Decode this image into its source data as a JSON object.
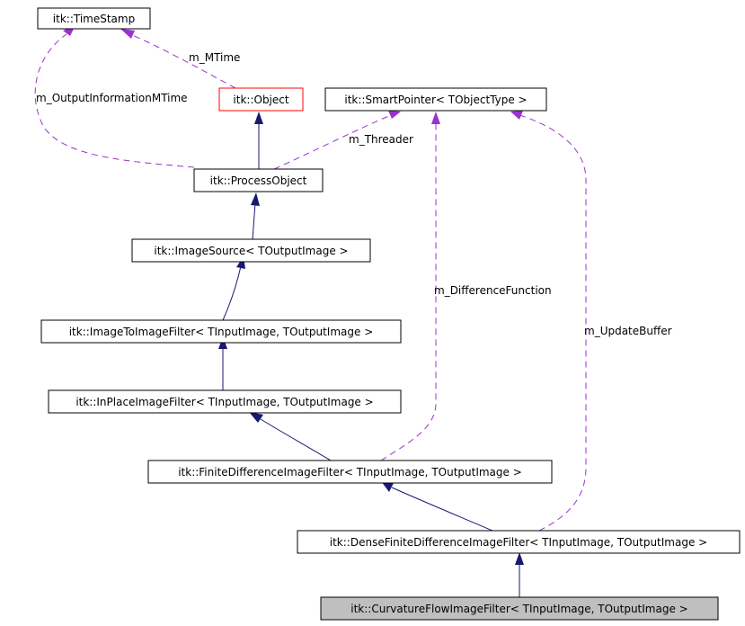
{
  "colors": {
    "inherit_edge": "#191970",
    "member_edge": "#9a32cd",
    "focus_node_fill": "#bfbfbf",
    "incomplete_node_stroke": "#ff0000",
    "node_stroke": "#000000"
  },
  "nodes": {
    "timestamp": "itk::TimeStamp",
    "object": "itk::Object",
    "smartpointer": "itk::SmartPointer< TObjectType >",
    "processobject": "itk::ProcessObject",
    "imagesource": "itk::ImageSource< TOutputImage >",
    "imagetoimage": "itk::ImageToImageFilter< TInputImage, TOutputImage >",
    "inplace": "itk::InPlaceImageFilter< TInputImage, TOutputImage >",
    "finitediff": "itk::FiniteDifferenceImageFilter< TInputImage, TOutputImage >",
    "densefinitediff": "itk::DenseFiniteDifferenceImageFilter< TInputImage, TOutputImage >",
    "curvatureflow": "itk::CurvatureFlowImageFilter< TInputImage, TOutputImage >"
  },
  "edge_labels": {
    "mtime": "m_MTime",
    "output_info_mtime": "m_OutputInformationMTime",
    "threader": "m_Threader",
    "difference_function": "m_DifferenceFunction",
    "update_buffer": "m_UpdateBuffer"
  }
}
